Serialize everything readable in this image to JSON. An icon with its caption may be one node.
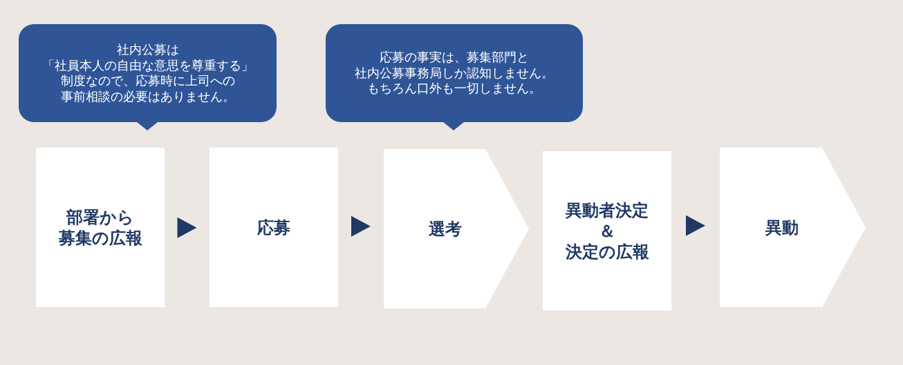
{
  "diagram": {
    "nodes": [
      {
        "text": [
          "社内公募は「社員本人の自由な意思を尊重する」制度なので、応募時に上司への事前相談の必要はありません。"
        ]
      },
      {
        "text": [
          "応募の事実は、募集部門と社内公募事務局しか認知しません。もちろん口外も一切しません。"
        ]
      },
      {
        "text": [
          "部署から募集の広報"
        ]
      },
      {
        "text": [
          "応募"
        ]
      },
      {
        "text": [
          "選考"
        ]
      },
      {
        "text": [
          "異動者決定＆決定の広報"
        ]
      },
      {
        "text": [
          "異動"
        ]
      }
    ],
    "edges": [
      {
        "from": 2,
        "to": 3,
        "arrow": "to"
      },
      {
        "from": 3,
        "to": 4,
        "arrow": "to"
      },
      {
        "from": 5,
        "to": 6,
        "arrow": "to"
      }
    ]
  }
}
